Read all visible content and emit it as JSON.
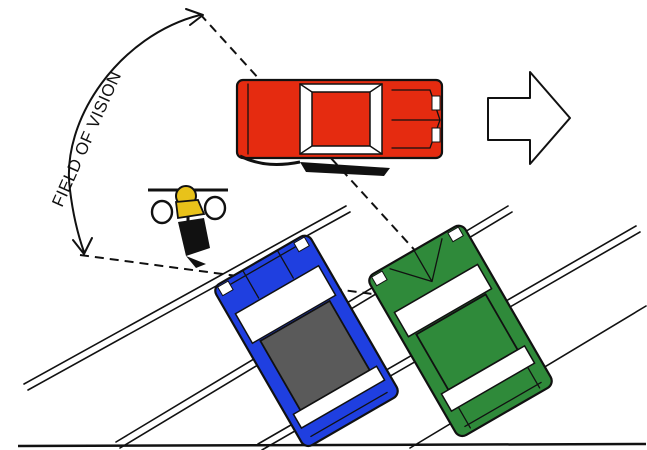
{
  "diagram": {
    "label": "FIELD OF VISION",
    "colors": {
      "red_car": "#e52b10",
      "blue_car": "#1f3fe0",
      "blue_car_roof": "#5a5a5a",
      "green_car": "#2f8a3a",
      "cyclist": "#e8c21a",
      "ink": "#111111",
      "background": "#ffffff"
    },
    "elements": [
      {
        "name": "red-car",
        "kind": "moving vehicle"
      },
      {
        "name": "direction-arrow",
        "kind": "arrow",
        "points": "right"
      },
      {
        "name": "cyclist",
        "kind": "bicycle rider"
      },
      {
        "name": "blue-car",
        "kind": "parked vehicle"
      },
      {
        "name": "green-car",
        "kind": "parked vehicle"
      },
      {
        "name": "field-of-vision-arc",
        "kind": "arc with arrowheads"
      },
      {
        "name": "sight-lines",
        "kind": "dashed lines"
      }
    ]
  }
}
